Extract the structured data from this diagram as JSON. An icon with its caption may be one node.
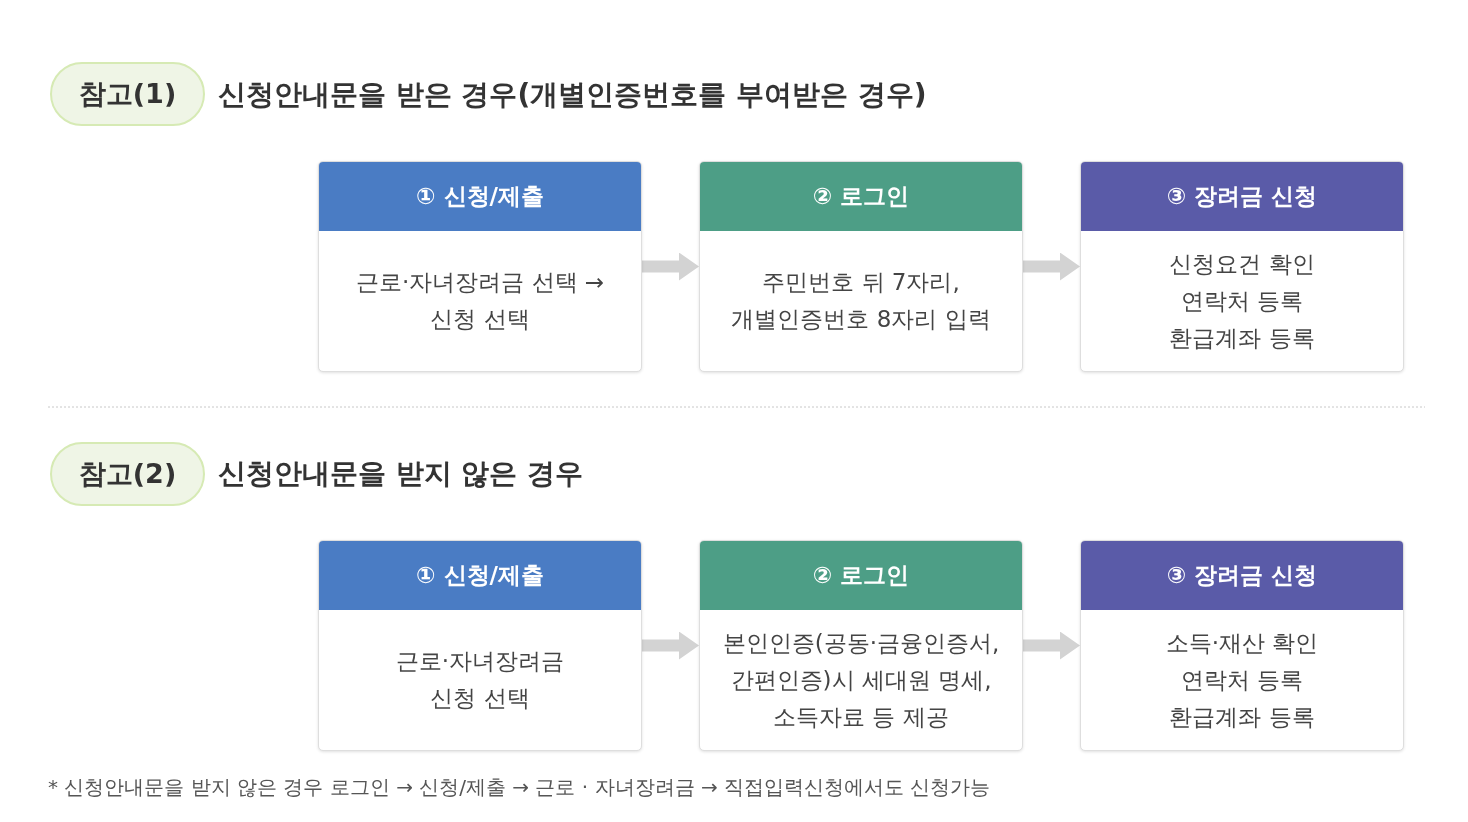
{
  "diagram": {
    "nodes": [
      {
        "text": [
          "참고(1)"
        ],
        "beside": [
          "신청안내문을 받은 경우(개별인증번호를 부여받은 경우)"
        ]
      },
      {
        "text": [
          "① 신청/제출",
          "근로·자녀장려금 선택 → 신청 선택"
        ]
      },
      {
        "text": [
          "② 로그인",
          "주민번호 뒤 7자리, 개별인증번호 8자리 입력"
        ]
      },
      {
        "text": [
          "③ 장려금 신청",
          "신청요건 확인",
          "연락처 등록",
          "환급계좌 등록"
        ]
      },
      {
        "text": [
          "참고(2)"
        ],
        "beside": [
          "신청안내문을 받지 않은 경우"
        ]
      },
      {
        "text": [
          "① 신청/제출",
          "근로·자녀장려금 신청 선택"
        ]
      },
      {
        "text": [
          "② 로그인",
          "본인인증(공동·금융인증서, 간편인증)시 세대원 명세, 소득자료 등 제공"
        ]
      },
      {
        "text": [
          "③ 장려금 신청",
          "소득·재산 확인",
          "연락처 등록",
          "환급계좌 등록"
        ]
      }
    ],
    "edges": [
      {
        "from": 1,
        "to": 2,
        "arrow": "to"
      },
      {
        "from": 2,
        "to": 3,
        "arrow": "to"
      },
      {
        "from": 5,
        "to": 6,
        "arrow": "to"
      },
      {
        "from": 6,
        "to": 7,
        "arrow": "to"
      }
    ],
    "labels": [
      "* 신청안내문을 받지 않은 경우 로그인 → 신청/제출 → 근로 · 자녀장려금 → 직접입력신청에서도 신청가능"
    ]
  }
}
